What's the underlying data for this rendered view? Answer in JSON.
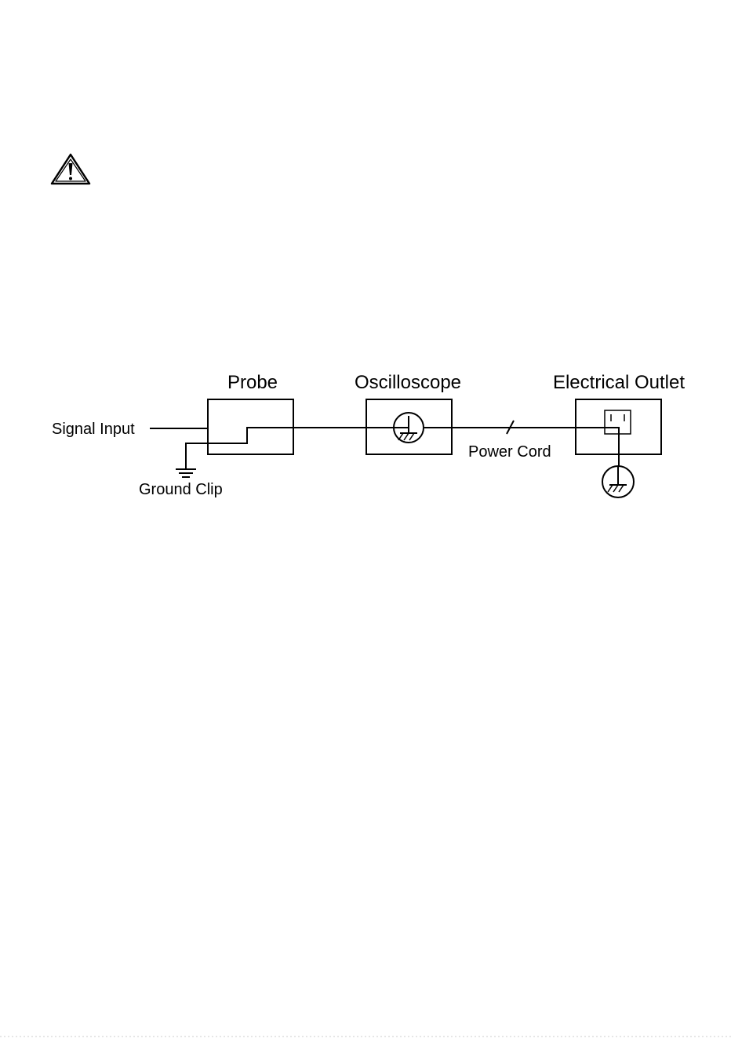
{
  "warning": {
    "icon": "warning-triangle-icon"
  },
  "diagram": {
    "probe_label": "Probe",
    "oscilloscope_label": "Oscilloscope",
    "outlet_label": "Electrical Outlet",
    "signal_input_label": "Signal Input",
    "ground_clip_label": "Ground Clip",
    "power_cord_label": "Power Cord",
    "icons": [
      "chassis-ground-icon",
      "earth-ground-icon",
      "ground-clip-symbol-icon",
      "outlet-socket-icon"
    ]
  },
  "colors": {
    "ink": "#000000",
    "background": "#ffffff"
  }
}
